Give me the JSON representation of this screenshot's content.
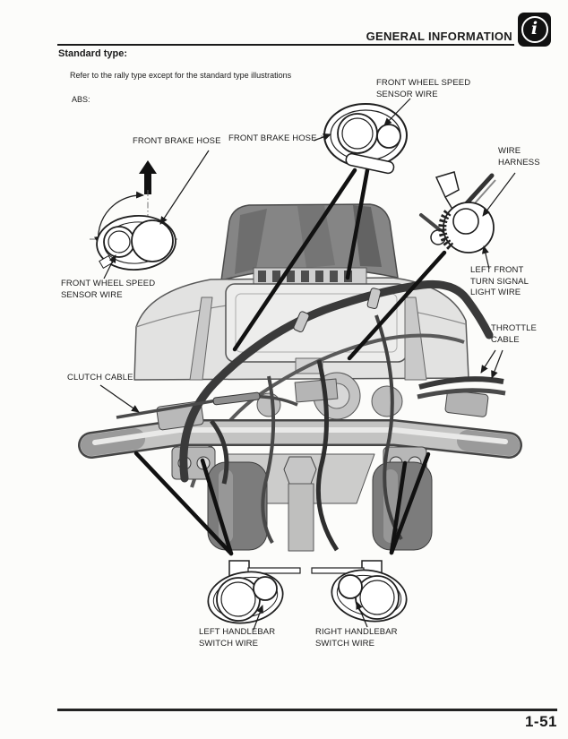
{
  "header": {
    "title": "GENERAL INFORMATION",
    "info_glyph": "i"
  },
  "body": {
    "section_title": "Standard type:",
    "note": "Refer to the rally type except for the standard type illustrations",
    "abs_label": "ABS:"
  },
  "diagram": {
    "labels": {
      "front_wheel_speed_sensor_top": "FRONT WHEEL SPEED\nSENSOR WIRE",
      "front_brake_hose_left": "FRONT BRAKE HOSE",
      "front_brake_hose_right": "FRONT BRAKE HOSE",
      "wire_harness": "WIRE\nHARNESS",
      "left_front_turn_signal": "LEFT FRONT\nTURN SIGNAL\nLIGHT WIRE",
      "throttle_cable": "THROTTLE\nCABLE",
      "front_wheel_speed_sensor_left": "FRONT WHEEL SPEED\nSENSOR WIRE",
      "clutch_cable": "CLUTCH CABLE",
      "left_handlebar_switch": "LEFT HANDLEBAR\nSWITCH WIRE",
      "right_handlebar_switch": "RIGHT HANDLEBAR\nSWITCH WIRE"
    }
  },
  "footer": {
    "page_number": "1-51"
  },
  "colors": {
    "ink": "#1b1b1b",
    "paper": "#fcfcfa",
    "illustration_gray": "#c4c4c4"
  }
}
